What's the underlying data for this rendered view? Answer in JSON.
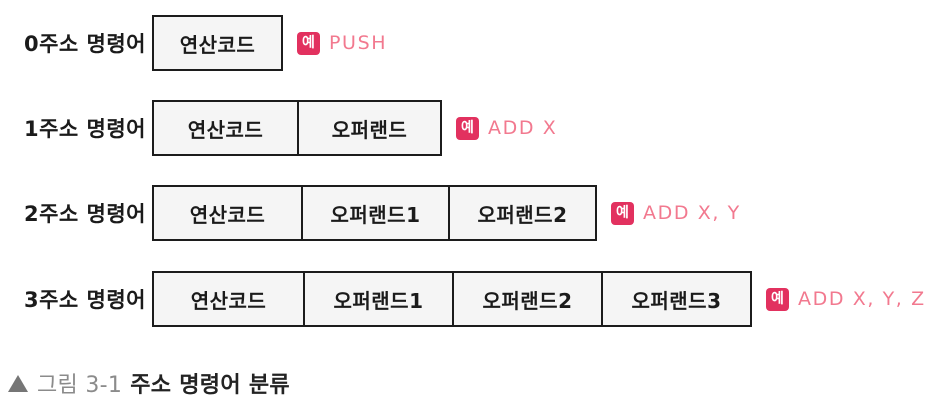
{
  "figure": {
    "rows": [
      {
        "label": "0주소 명령어",
        "cells": [
          "연산코드"
        ],
        "example": {
          "badge": "예",
          "text": "PUSH"
        }
      },
      {
        "label": "1주소 명령어",
        "cells": [
          "연산코드",
          "오퍼랜드"
        ],
        "example": {
          "badge": "예",
          "text": "ADD X"
        }
      },
      {
        "label": "2주소 명령어",
        "cells": [
          "연산코드",
          "오퍼랜드1",
          "오퍼랜드2"
        ],
        "example": {
          "badge": "예",
          "text": "ADD X, Y"
        }
      },
      {
        "label": "3주소 명령어",
        "cells": [
          "연산코드",
          "오퍼랜드1",
          "오퍼랜드2",
          "오퍼랜드3"
        ],
        "example": {
          "badge": "예",
          "text": "ADD X, Y, Z"
        }
      }
    ],
    "caption": {
      "marker": "triangle-up-icon",
      "number": "그림 3-1",
      "title": "주소 명령어 분류"
    },
    "colors": {
      "badge_background": "#e2315f",
      "example_text": "#f2798f",
      "box_border": "#1c1c1c",
      "box_fill": "#f5f5f5",
      "label_text": "#1b1b1b",
      "caption_number": "#8b8b8b",
      "caption_title": "#232323",
      "caption_marker": "#767676"
    }
  }
}
